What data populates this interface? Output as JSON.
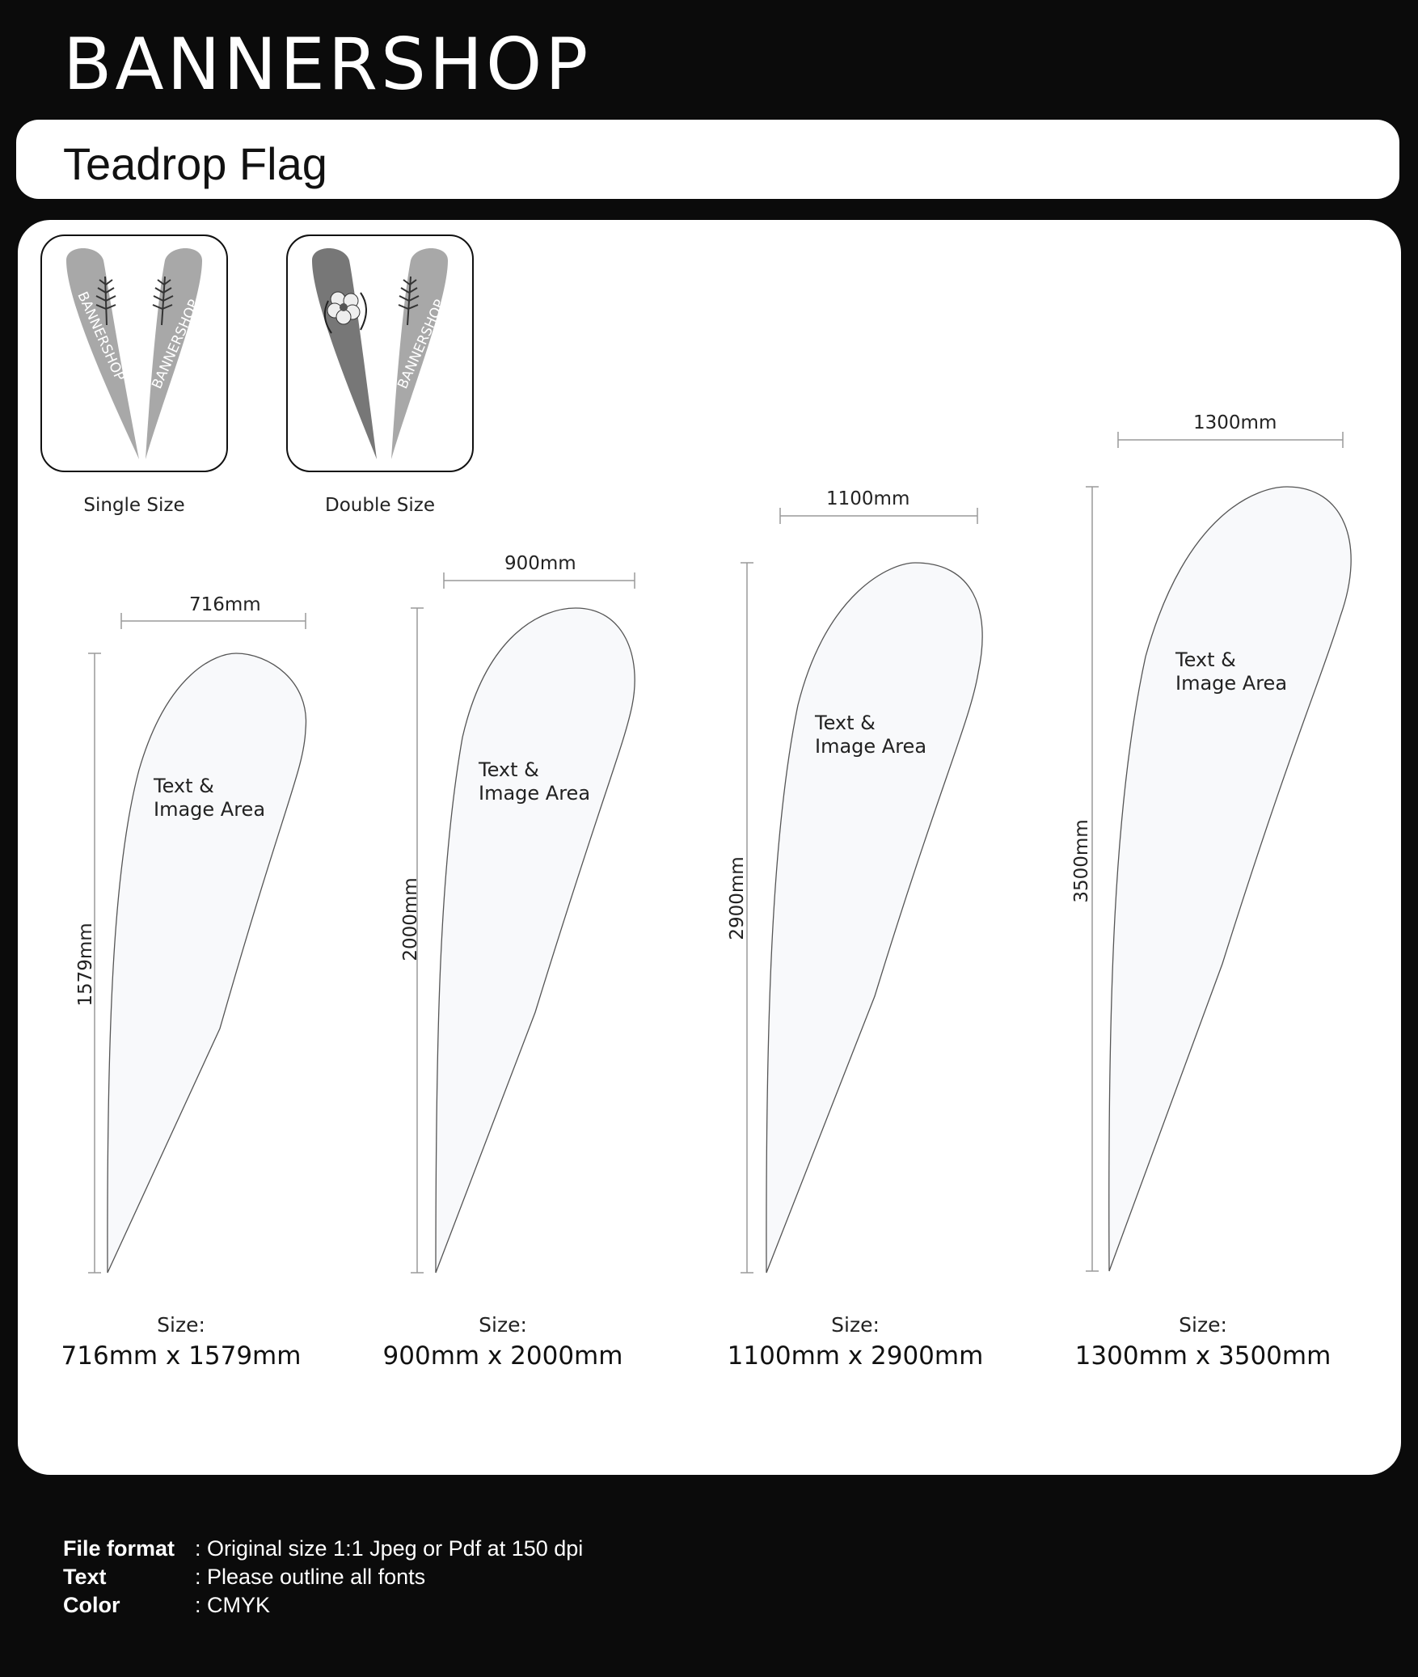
{
  "brand": {
    "logo_text": "BANNERSHOP"
  },
  "header": {
    "title": "Teadrop Flag"
  },
  "thumbnails": [
    {
      "caption": "Single Size",
      "flag_text": "BANNERSHOP"
    },
    {
      "caption": "Double Size",
      "flag_text": "BANNERSHOP"
    }
  ],
  "flags": [
    {
      "width_label": "716mm",
      "height_label": "1579mm",
      "area_label_line1": "Text &",
      "area_label_line2": "Image Area",
      "size_caption": "Size:",
      "size_value": "716mm x 1579mm"
    },
    {
      "width_label": "900mm",
      "height_label": "2000mm",
      "area_label_line1": "Text &",
      "area_label_line2": "Image Area",
      "size_caption": "Size:",
      "size_value": "900mm x 2000mm"
    },
    {
      "width_label": "1100mm",
      "height_label": "2900mm",
      "area_label_line1": "Text &",
      "area_label_line2": "Image Area",
      "size_caption": "Size:",
      "size_value": "1100mm x 2900mm"
    },
    {
      "width_label": "1300mm",
      "height_label": "3500mm",
      "area_label_line1": "Text &",
      "area_label_line2": "Image Area",
      "size_caption": "Size:",
      "size_value": "1300mm x 3500mm"
    }
  ],
  "specs": [
    {
      "key": "File format",
      "value": ": Original size 1:1 Jpeg or Pdf at 150 dpi"
    },
    {
      "key": "Text",
      "value": ": Please outline all fonts"
    },
    {
      "key": "Color",
      "value": ": CMYK"
    }
  ],
  "colors": {
    "background": "#0b0b0b",
    "panel": "#ffffff",
    "flag_fill": "#f8f9fb",
    "flag_stroke": "#555555",
    "thumb_light": "#a8a8a8",
    "thumb_dark": "#777777"
  }
}
